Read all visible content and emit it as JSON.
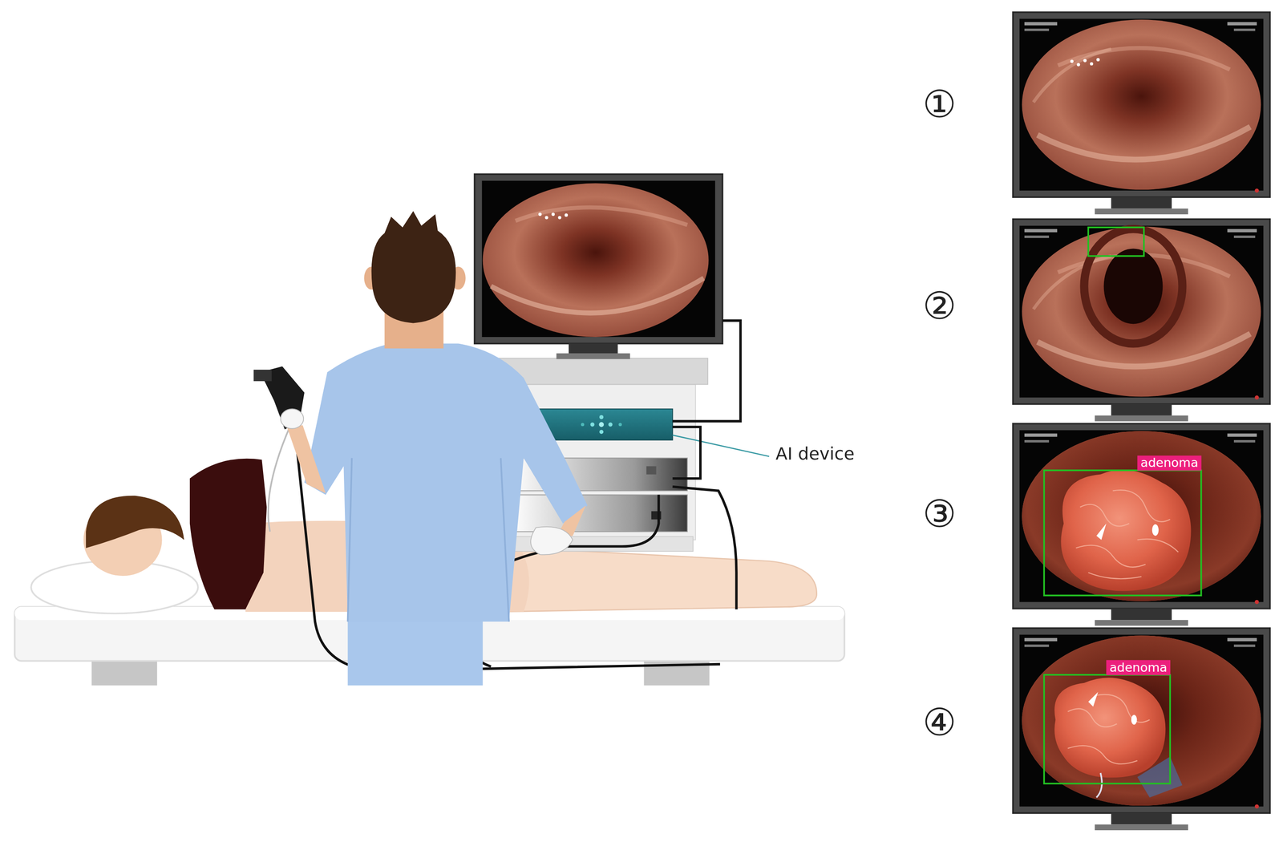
{
  "diagram": {
    "nodes": [
      {
        "text": [
          "adenoma"
        ]
      },
      {
        "text": [
          "adenoma"
        ]
      }
    ],
    "labels": [
      "AI device",
      "①",
      "②",
      "③",
      "④"
    ]
  }
}
